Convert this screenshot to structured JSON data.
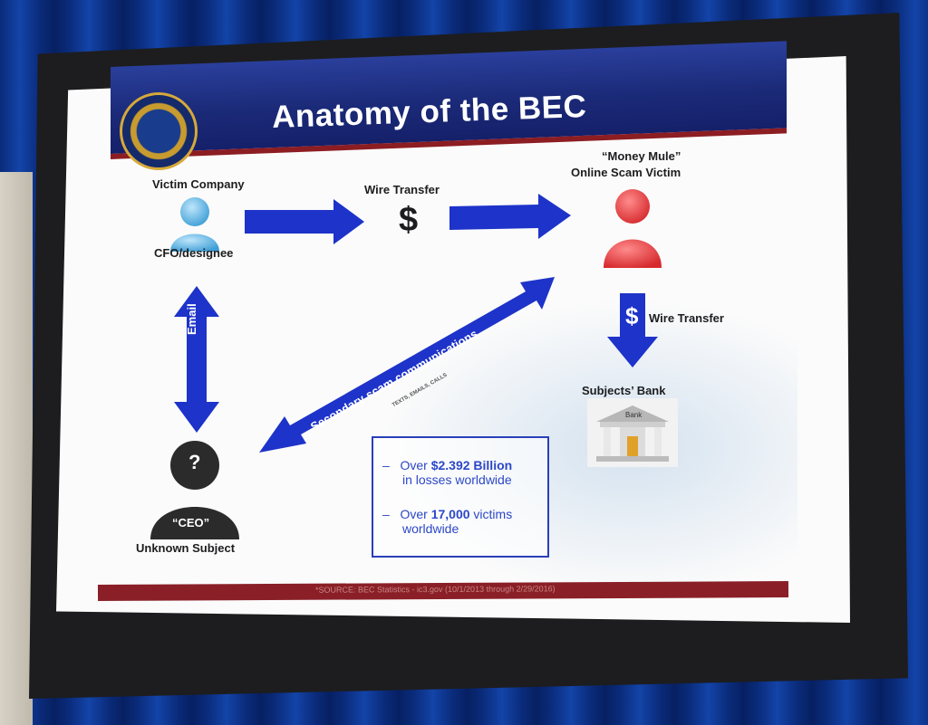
{
  "poster": {
    "title": "Anatomy of the BEC",
    "victim_company": "Victim Company",
    "cfo": "CFO/designee",
    "wire_transfer_top": "Wire Transfer",
    "dollar_symbol": "$",
    "money_mule_line1": "“Money Mule”",
    "money_mule_line2": "Online Scam Victim",
    "wire_transfer_right": "Wire Transfer",
    "subjects_bank": "Subjects’ Bank",
    "bank_sign": "Bank",
    "email": "Email",
    "secondary": "Secondary scam communications",
    "secondary_small": "TEXTS, EMAILS, CALLS",
    "unknown_mark": "?",
    "ceo": "“CEO”",
    "unknown_subject": "Unknown Subject",
    "stat1_prefix": "Over ",
    "stat1_value": "$2.392 Billion",
    "stat1_suffix": "in losses worldwide",
    "stat2_prefix": "Over ",
    "stat2_value": "17,000",
    "stat2_suffix_a": " victims",
    "stat2_suffix_b": "worldwide",
    "dash": "–",
    "source": "*SOURCE: BEC Statistics - ic3.gov (10/1/2013 through 2/29/2016)"
  },
  "colors": {
    "arrow_blue": "#1d33c9",
    "banner_navy": "#1b2a78",
    "accent_red": "#8a1f27",
    "victim_blue": "#5fb6e6",
    "mule_red": "#e0373a"
  },
  "icons": [
    "fbi-seal-icon",
    "person-icon",
    "dollar-icon",
    "bank-building-icon",
    "anonymous-person-icon"
  ]
}
